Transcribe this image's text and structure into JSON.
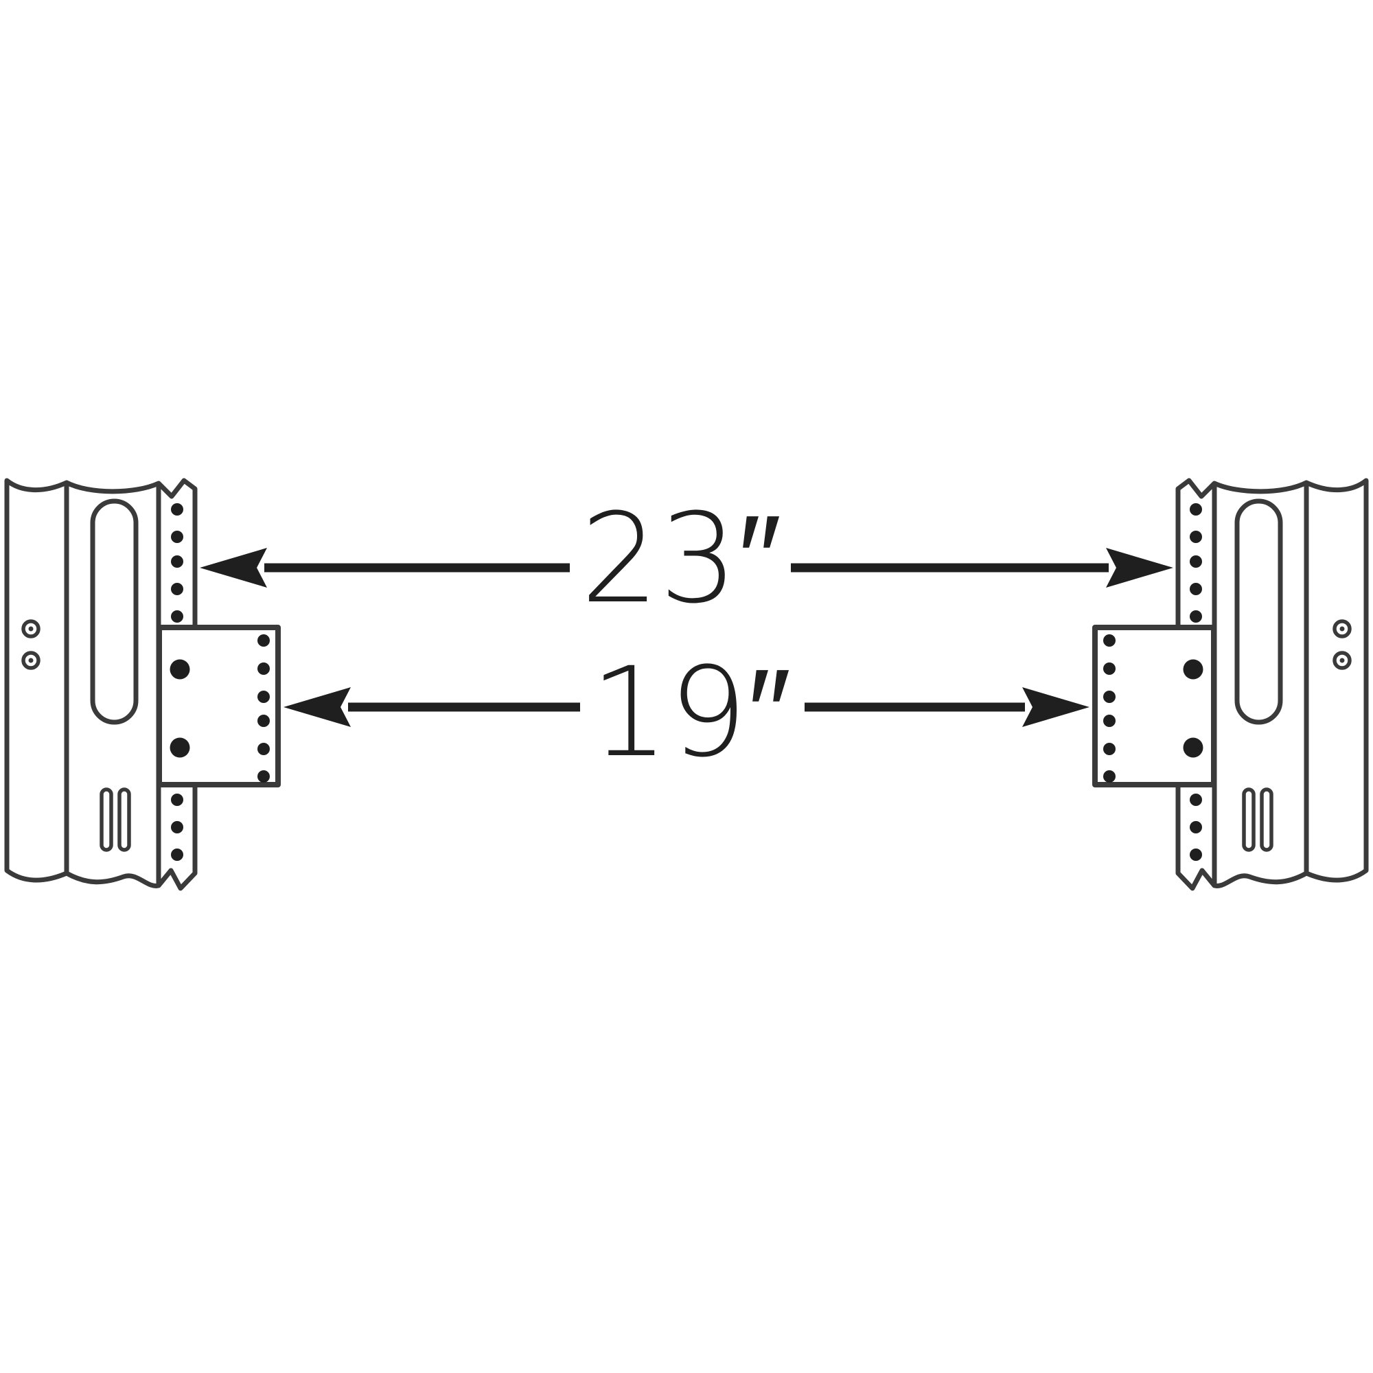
{
  "diagram": {
    "name": "rack-rail-width-adapter-diagram",
    "description": "Two vertical rack rails with adapter brackets; dimension arrows show outer and inner mounting widths",
    "background_color": "#ffffff",
    "outline_color": "#3a3a3a",
    "ink_color": "#1f1f1f",
    "labels": {
      "outer_width": "23″",
      "inner_width": "19″"
    }
  }
}
